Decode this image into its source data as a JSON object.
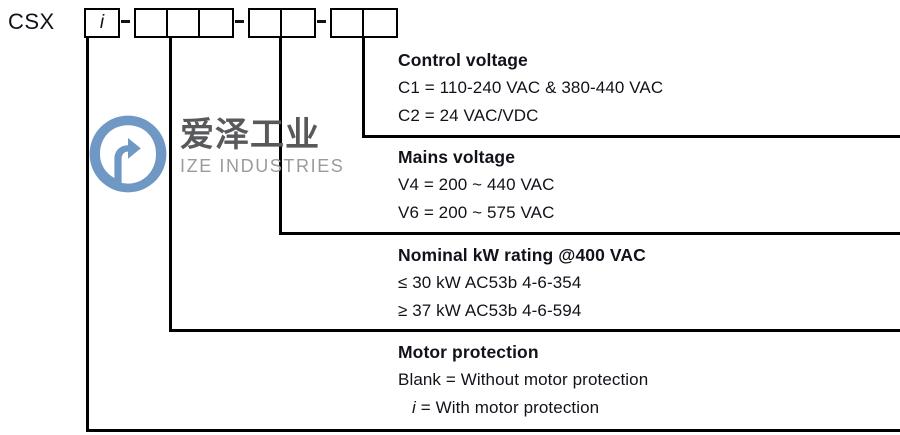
{
  "diagram": {
    "prefix_label": "CSX",
    "separator": "-",
    "code_groups": [
      {
        "name": "motor-protection-code",
        "cells": [
          "i"
        ]
      },
      {
        "name": "kw-rating-code",
        "cells": [
          "",
          "",
          ""
        ]
      },
      {
        "name": "mains-voltage-code",
        "cells": [
          "",
          ""
        ]
      },
      {
        "name": "control-voltage-code",
        "cells": [
          "",
          ""
        ]
      }
    ]
  },
  "blocks": {
    "control_voltage": {
      "title": "Control voltage",
      "lines": [
        "C1 = 110-240 VAC & 380-440 VAC",
        "C2 = 24 VAC/VDC"
      ]
    },
    "mains_voltage": {
      "title": "Mains voltage",
      "lines": [
        "V4 = 200 ~ 440 VAC",
        "V6 = 200 ~ 575 VAC"
      ]
    },
    "nominal_kw": {
      "title": "Nominal kW rating @400 VAC",
      "lines": [
        "≤ 30 kW AC53b 4-6-354",
        "≥ 37 kW AC53b 4-6-594"
      ]
    },
    "motor_protection": {
      "title": "Motor protection",
      "line_blank": "Blank = Without motor protection",
      "line_i_symbol": "i",
      "line_i_rest": " = With motor protection"
    }
  },
  "watermark": {
    "chinese": "爱泽工业",
    "english": "IZE INDUSTRIES",
    "logo_color": "#6f99c4",
    "text_color": "#58595b",
    "subtext_color": "#9a9b9e"
  },
  "colors": {
    "line": "#000000",
    "text": "#11131a",
    "background": "#ffffff"
  }
}
